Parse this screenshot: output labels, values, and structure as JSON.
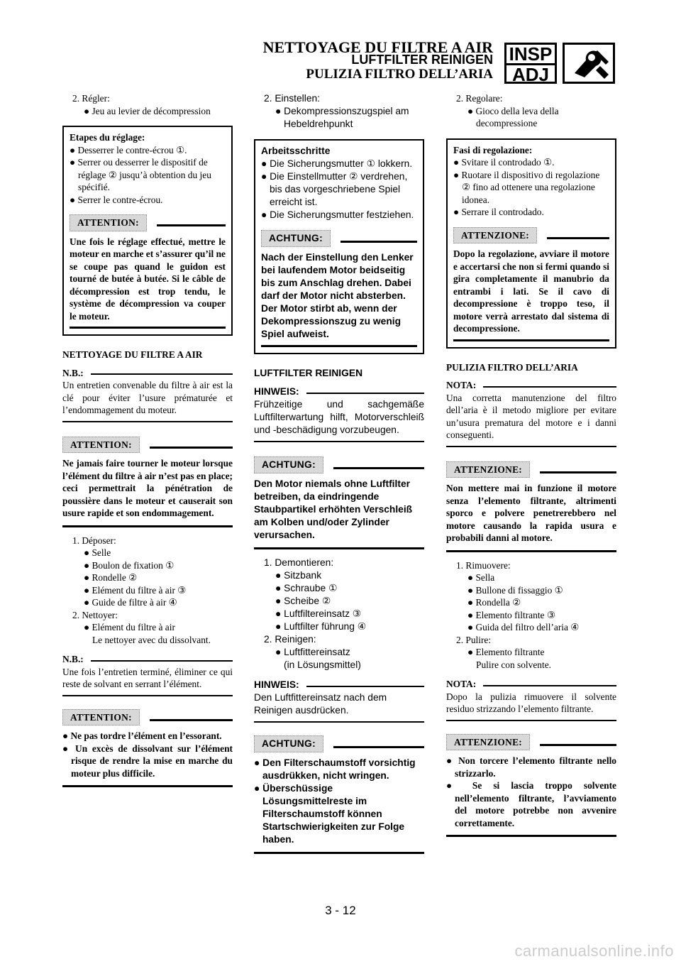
{
  "header": {
    "title_fr": "NETTOYAGE DU FILTRE A AIR",
    "title_de": "LUFTFILTER REINIGEN",
    "title_it": "PULIZIA FILTRO DELL’ARIA",
    "badge_top": "INSP",
    "badge_bottom": "ADJ",
    "icon": "wrench-icon"
  },
  "fr": {
    "step2": "2. Régler:",
    "step2_b1": "Jeu au levier de décompression",
    "box_title": "Etapes du réglage:",
    "box_b1": "Desserrer le contre-écrou ①.",
    "box_b2": "Serrer ou desserrer le dispositif de réglage ② jusqu’à obtention du jeu spécifié.",
    "box_b3": "Serrer le contre-écrou.",
    "box_warn": "ATTENTION:",
    "box_warn_text": "Une fois le réglage effectué, mettre le moteur en marche et s’assurer qu’il ne se coupe pas quand le guidon est tourné de butée à butée. Si le câble de décompression est trop tendu, le système de décompression va couper le moteur.",
    "section": "NETTOYAGE DU FILTRE A AIR",
    "nb1": "N.B.:",
    "nb1_text": "Un entretien convenable du filtre à air est la clé pour éviter l’usure prématurée et l’endommagement du moteur.",
    "warn1": "ATTENTION:",
    "warn1_text": "Ne jamais faire tourner le moteur lorsque l’élément du filtre à air n’est pas en place; ceci permettrait la pénétration de poussière dans le moteur et causerait son usure rapide et son endommagement.",
    "s1": "1. Déposer:",
    "s1_b1": "Selle",
    "s1_b2": "Boulon de fixation ①",
    "s1_b3": "Rondelle ②",
    "s1_b4": "Elément du filtre à air ③",
    "s1_b5": "Guide de filtre à air ④",
    "s2": "2. Nettoyer:",
    "s2_b1": "Elément du filtre à air",
    "s2_b1b": "Le nettoyer avec du dissolvant.",
    "nb2": "N.B.:",
    "nb2_text": "Une fois l’entretien terminé, éliminer ce qui reste de solvant en serrant l’élément.",
    "warn2": "ATTENTION:",
    "warn2_b1": "Ne pas tordre l’élément en l’essorant.",
    "warn2_b2": "Un excès de dissolvant sur l’élément risque de rendre la mise en marche du moteur plus difficile."
  },
  "de": {
    "step2": "2. Einstellen:",
    "step2_b1": "Dekompressionszugspiel am Hebeldrehpunkt",
    "box_title": "Arbeitsschritte",
    "box_b1": "Die Sicherungsmutter ① lokkern.",
    "box_b2": "Die Einstellmutter ② verdrehen, bis das vorgeschriebene Spiel erreicht ist.",
    "box_b3": "Die Sicherungsmutter festziehen.",
    "box_warn": "ACHTUNG:",
    "box_warn_text": "Nach der Einstellung den Lenker bei laufendem Motor beidseitig bis zum Anschlag drehen. Dabei darf der Motor nicht absterben. Der Motor stirbt ab, wenn der Dekompressionszug zu wenig Spiel aufweist.",
    "section": "LUFTFILTER REINIGEN",
    "nb1": "HINWEIS:",
    "nb1_text": "Frühzeitige und sachgemäße Luftfilterwartung hilft, Motorverschleiß und -beschädigung vorzubeugen.",
    "warn1": "ACHTUNG:",
    "warn1_text": "Den Motor niemals ohne Luftfilter betreiben, da eindringende Staubpartikel erhöhten Verschleiß am Kolben und/oder Zylinder verursachen.",
    "s1": "1. Demontieren:",
    "s1_b1": "Sitzbank",
    "s1_b2": "Schraube ①",
    "s1_b3": "Scheibe ②",
    "s1_b4": "Luftfiltereinsatz ③",
    "s1_b5": "Luftfilter führung ④",
    "s2": "2. Reinigen:",
    "s2_b1": "Luftfittereinsatz",
    "s2_b1b": "(in Lösungsmittel)",
    "nb2": "HINWEIS:",
    "nb2_text": "Den Luftfittereinsatz nach dem Reinigen ausdrücken.",
    "warn2": "ACHTUNG:",
    "warn2_b1": "Den Filterschaumstoff vorsichtig ausdrükken, nicht wringen.",
    "warn2_b2": "Überschüssige Lösungsmittelreste im Filterschaumstoff können Startschwierigkeiten zur Folge haben."
  },
  "it": {
    "step2": "2. Regolare:",
    "step2_b1": "Gioco della leva della decompressione",
    "box_title": "Fasi di regolazione:",
    "box_b1": "Svitare il controdado ①.",
    "box_b2": "Ruotare il dispositivo di regolazione ② fino ad ottenere una regolazione idonea.",
    "box_b3": "Serrare il controdado.",
    "box_warn": "ATTENZIONE:",
    "box_warn_text": "Dopo la regolazione, avviare il motore e accertarsi che non si fermi quando si gira completamente il manubrio da entrambi i lati. Se il cavo di decompressione è troppo teso, il motore verrà arrestato dal sistema di decompressione.",
    "section": "PULIZIA FILTRO DELL’ARIA",
    "nb1": "NOTA:",
    "nb1_text": "Una corretta manutenzione del filtro dell’aria è il metodo migliore per evitare un’usura prematura del motore e i danni conseguenti.",
    "warn1": "ATTENZIONE:",
    "warn1_text": "Non mettere mai in funzione il motore senza l’elemento filtrante, altrimenti sporco e polvere penetrerebbero nel motore causando la rapida usura e probabili danni al motore.",
    "s1": "1. Rimuovere:",
    "s1_b1": "Sella",
    "s1_b2": "Bullone di fissaggio ①",
    "s1_b3": "Rondella ②",
    "s1_b4": "Elemento filtrante ③",
    "s1_b5": "Guida del filtro dell’aria ④",
    "s2": "2. Pulire:",
    "s2_b1": "Elemento filtrante",
    "s2_b1b": "Pulire con solvente.",
    "nb2": "NOTA:",
    "nb2_text": "Dopo la pulizia rimuovere il solvente residuo strizzando l’elemento filtrante.",
    "warn2": "ATTENZIONE:",
    "warn2_b1": "Non torcere l’elemento filtrante nello strizzarlo.",
    "warn2_b2": "Se si lascia troppo solvente nell’elemento filtrante, l’avviamento del motore potrebbe non avvenire correttamente."
  },
  "footer": {
    "page_number": "3 - 12",
    "watermark": "carmanualsonline.info"
  }
}
